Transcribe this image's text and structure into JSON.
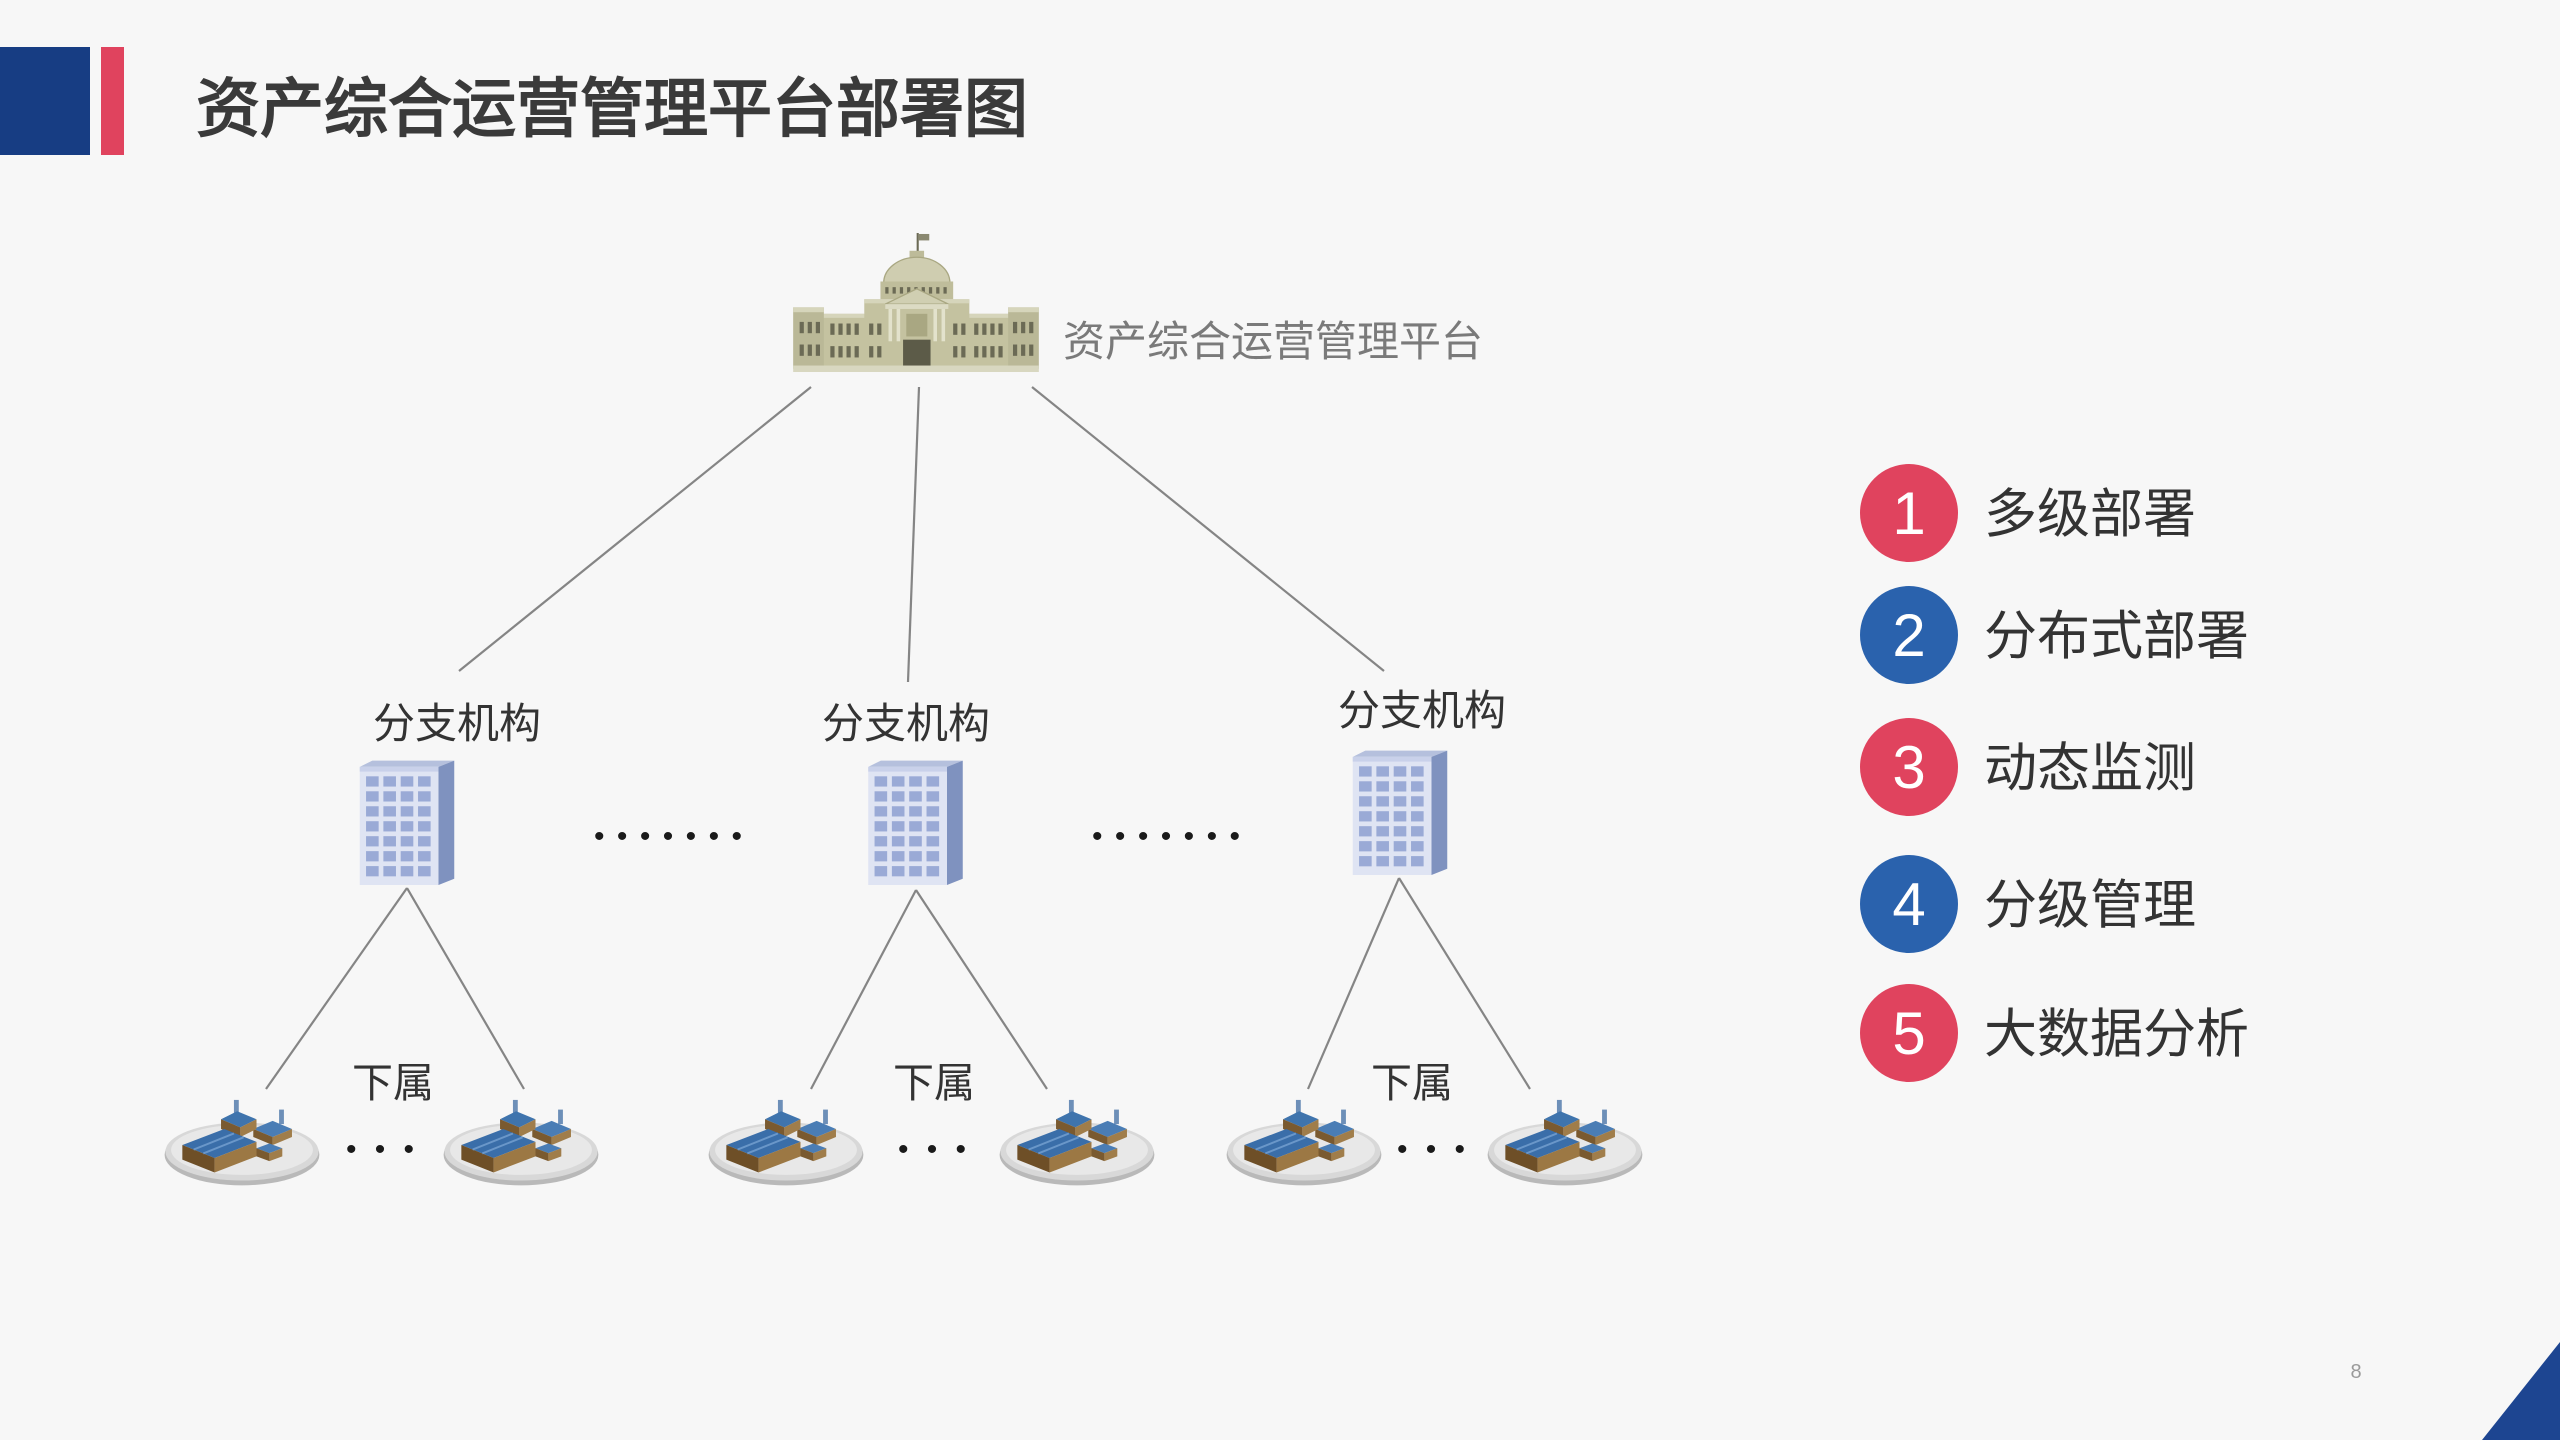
{
  "slide": {
    "title": "资产综合运营管理平台部署图",
    "page_number": "8",
    "accent_colors": {
      "header_blue": "#173d83",
      "header_pink": "#e0435e",
      "corner_blue": "#1d4591"
    }
  },
  "diagram": {
    "root": {
      "label": "资产综合运营管理平台",
      "icon": "capitol-building-icon"
    },
    "branch_separators": [
      "•••••••",
      "•••••••"
    ],
    "branches": [
      {
        "label": "分支机构",
        "icon": "office-building-icon",
        "subordinate_label": "下属",
        "subordinate_icon": "factory-icon",
        "subordinate_more": "•••"
      },
      {
        "label": "分支机构",
        "icon": "office-building-icon",
        "subordinate_label": "下属",
        "subordinate_icon": "factory-icon",
        "subordinate_more": "•••"
      },
      {
        "label": "分支机构",
        "icon": "office-building-icon",
        "subordinate_label": "下属",
        "subordinate_icon": "factory-icon",
        "subordinate_more": "•••"
      }
    ]
  },
  "features": [
    {
      "number": "1",
      "label": "多级部署",
      "color": "#e0435e"
    },
    {
      "number": "2",
      "label": "分布式部署",
      "color": "#2a62ad"
    },
    {
      "number": "3",
      "label": "动态监测",
      "color": "#e0435e"
    },
    {
      "number": "4",
      "label": "分级管理",
      "color": "#2a62ad"
    },
    {
      "number": "5",
      "label": "大数据分析",
      "color": "#e0435e"
    }
  ]
}
